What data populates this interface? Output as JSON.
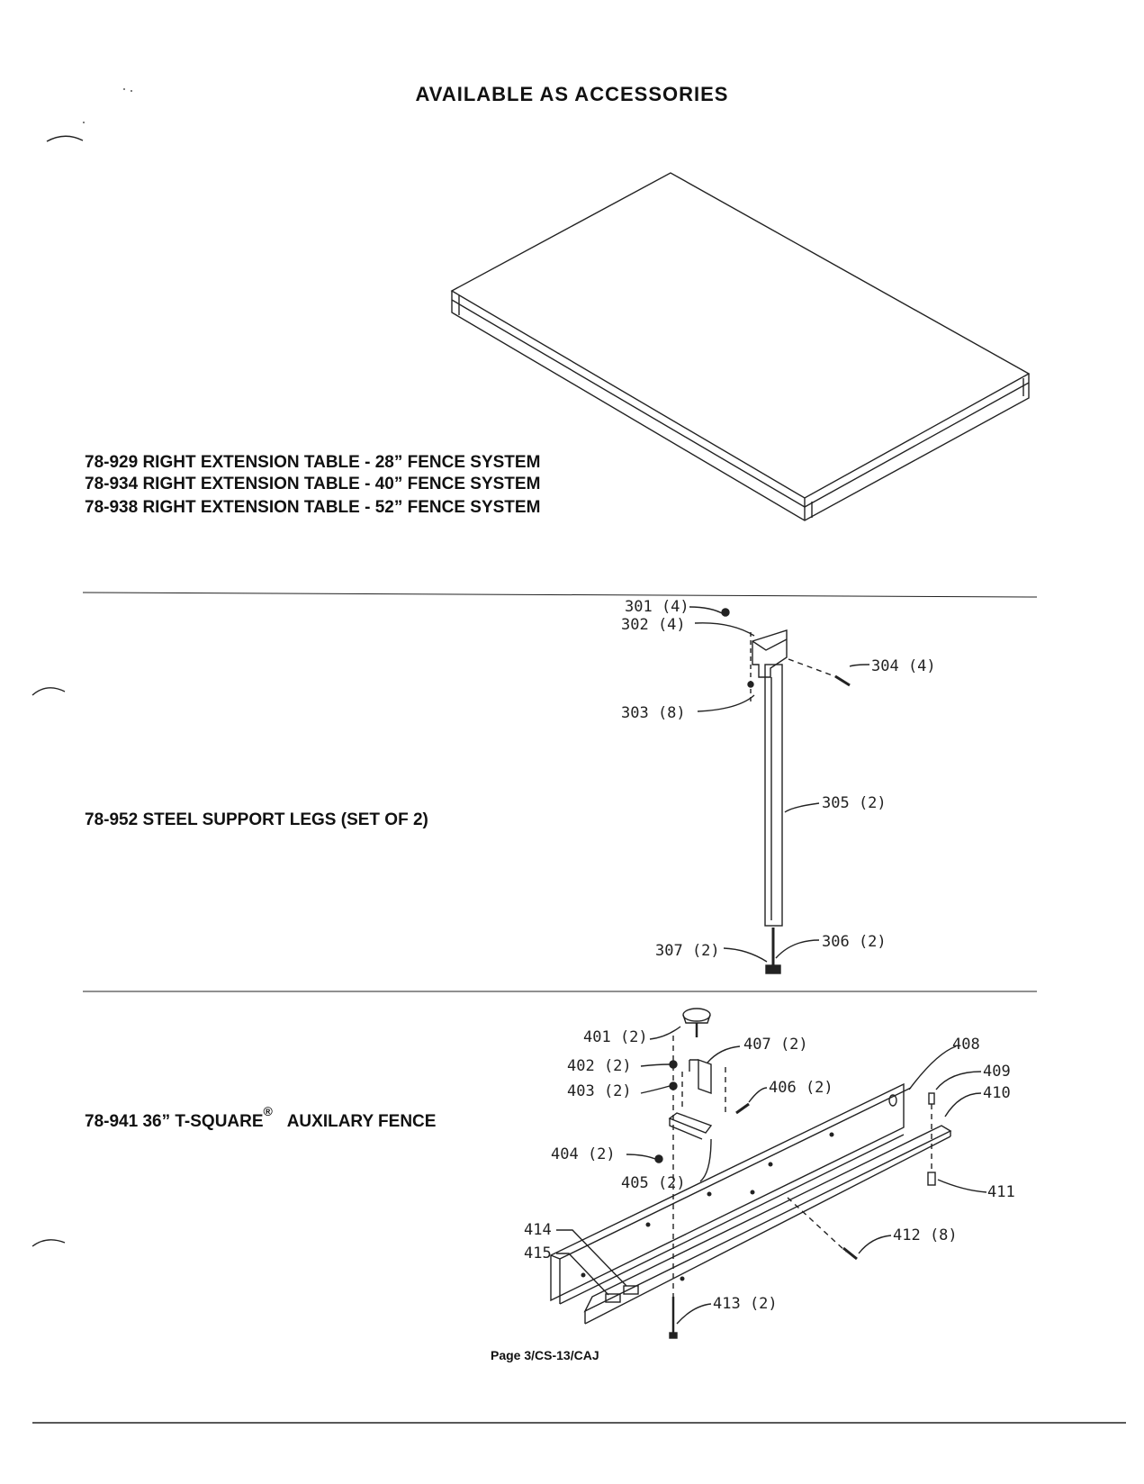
{
  "page": {
    "title": "AVAILABLE AS ACCESSORIES",
    "footer": "Page 3/CS-13/CAJ"
  },
  "sections": {
    "extension_tables": {
      "captions": [
        "78-929 RIGHT EXTENSION TABLE - 28” FENCE SYSTEM",
        "78-934 RIGHT EXTENSION TABLE - 40” FENCE SYSTEM",
        "78-938 RIGHT EXTENSION TABLE - 52” FENCE SYSTEM"
      ]
    },
    "support_legs": {
      "caption": "78-952 STEEL SUPPORT LEGS (SET OF 2)",
      "parts": {
        "p301": "301 (4)",
        "p302": "302 (4)",
        "p303": "303 (8)",
        "p304": "304 (4)",
        "p305": "305 (2)",
        "p306": "306 (2)",
        "p307": "307 (2)"
      }
    },
    "auxiliary_fence": {
      "caption_prefix": "78-941 36” T-SQUARE",
      "caption_mark": "®",
      "caption_suffix": "AUXILARY FENCE",
      "parts": {
        "p401": "401 (2)",
        "p402": "402 (2)",
        "p403": "403 (2)",
        "p404": "404 (2)",
        "p405": "405 (2)",
        "p406": "406 (2)",
        "p407": "407 (2)",
        "p408": "408",
        "p409": "409",
        "p410": "410",
        "p411": "411",
        "p412": "412 (8)",
        "p413": "413 (2)",
        "p414": "414",
        "p415": "415"
      }
    }
  }
}
